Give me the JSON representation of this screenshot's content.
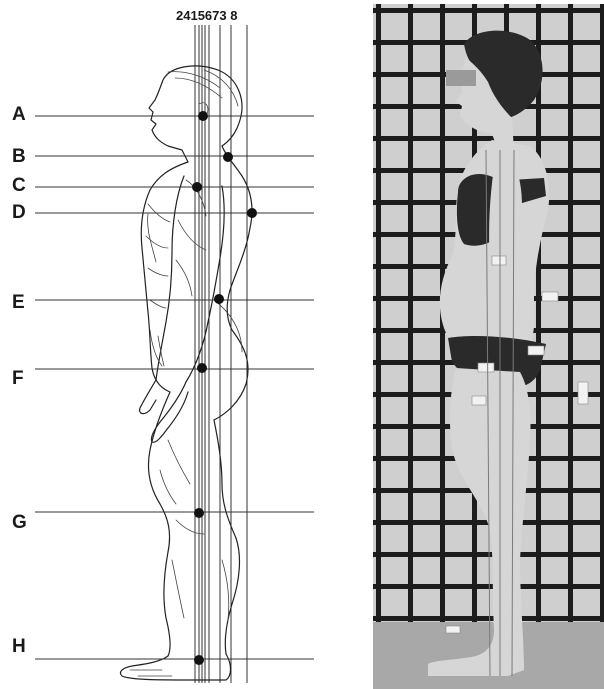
{
  "diagram": {
    "column_header": "2415673  8",
    "rows": [
      {
        "letter": "A"
      },
      {
        "letter": "B"
      },
      {
        "letter": "C"
      },
      {
        "letter": "D"
      },
      {
        "letter": "E"
      },
      {
        "letter": "F"
      },
      {
        "letter": "G"
      },
      {
        "letter": "H"
      }
    ]
  },
  "photo": {
    "background_color": "#cfcfcf",
    "grid_color": "#1c1c1c",
    "floor_color": "#a8a8a8",
    "skin_color": "#d6d6d6",
    "underwear_color": "#2a2a2a",
    "redaction_color": "#9a9a9a"
  }
}
